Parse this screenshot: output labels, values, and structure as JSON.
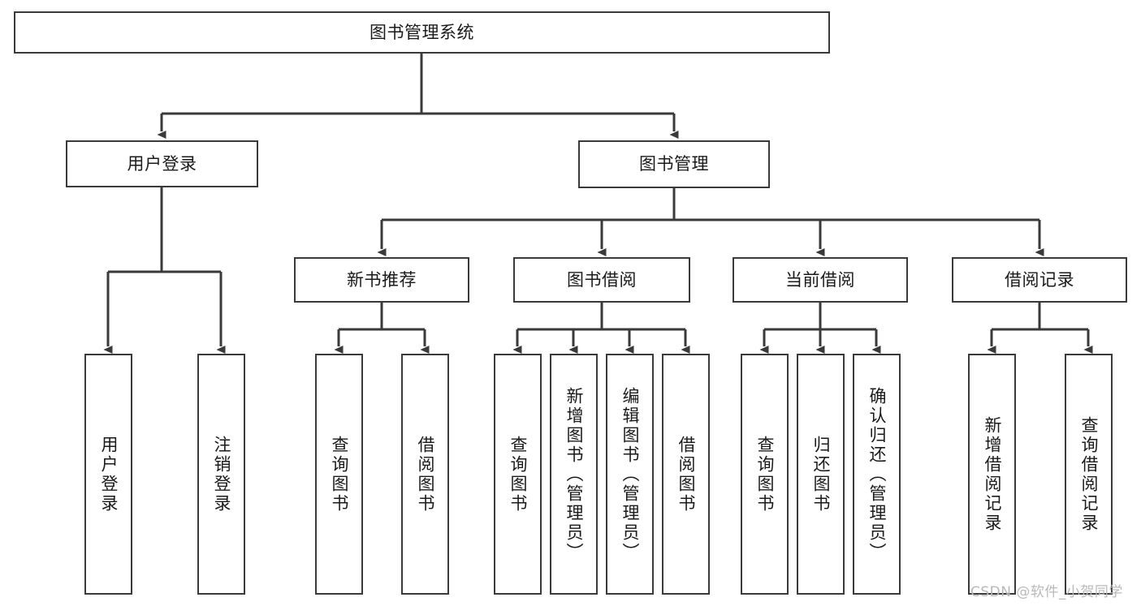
{
  "diagram": {
    "type": "tree-hierarchy-chart",
    "title": "图书管理系统",
    "orientation": "top-down",
    "colors": {
      "node_border": "#3a3a3a",
      "node_fill": "#ffffff",
      "edge": "#3a3a3a",
      "text": "#1a1a1a",
      "watermark": "#b9b9b9",
      "background": "#ffffff"
    },
    "root": {
      "label": "图书管理系统"
    },
    "level2": [
      {
        "label": "用户登录"
      },
      {
        "label": "图书管理"
      }
    ],
    "level3": [
      {
        "label": "新书推荐"
      },
      {
        "label": "图书借阅"
      },
      {
        "label": "当前借阅"
      },
      {
        "label": "借阅记录"
      }
    ],
    "leaves": {
      "user_login": [
        {
          "label": "用户登录"
        },
        {
          "label": "注销登录"
        }
      ],
      "new_book_recommend": [
        {
          "label": "查询图书"
        },
        {
          "label": "借阅图书"
        }
      ],
      "book_borrow": [
        {
          "label": "查询图书"
        },
        {
          "label": "新增图书（管理员）"
        },
        {
          "label": "编辑图书（管理员）"
        },
        {
          "label": "借阅图书"
        }
      ],
      "current_borrow": [
        {
          "label": "查询图书"
        },
        {
          "label": "归还图书"
        },
        {
          "label": "确认归还（管理员）"
        }
      ],
      "borrow_record": [
        {
          "label": "新增借阅记录"
        },
        {
          "label": "查询借阅记录"
        }
      ]
    },
    "watermark": "CSDN @软件_小贺同学"
  }
}
